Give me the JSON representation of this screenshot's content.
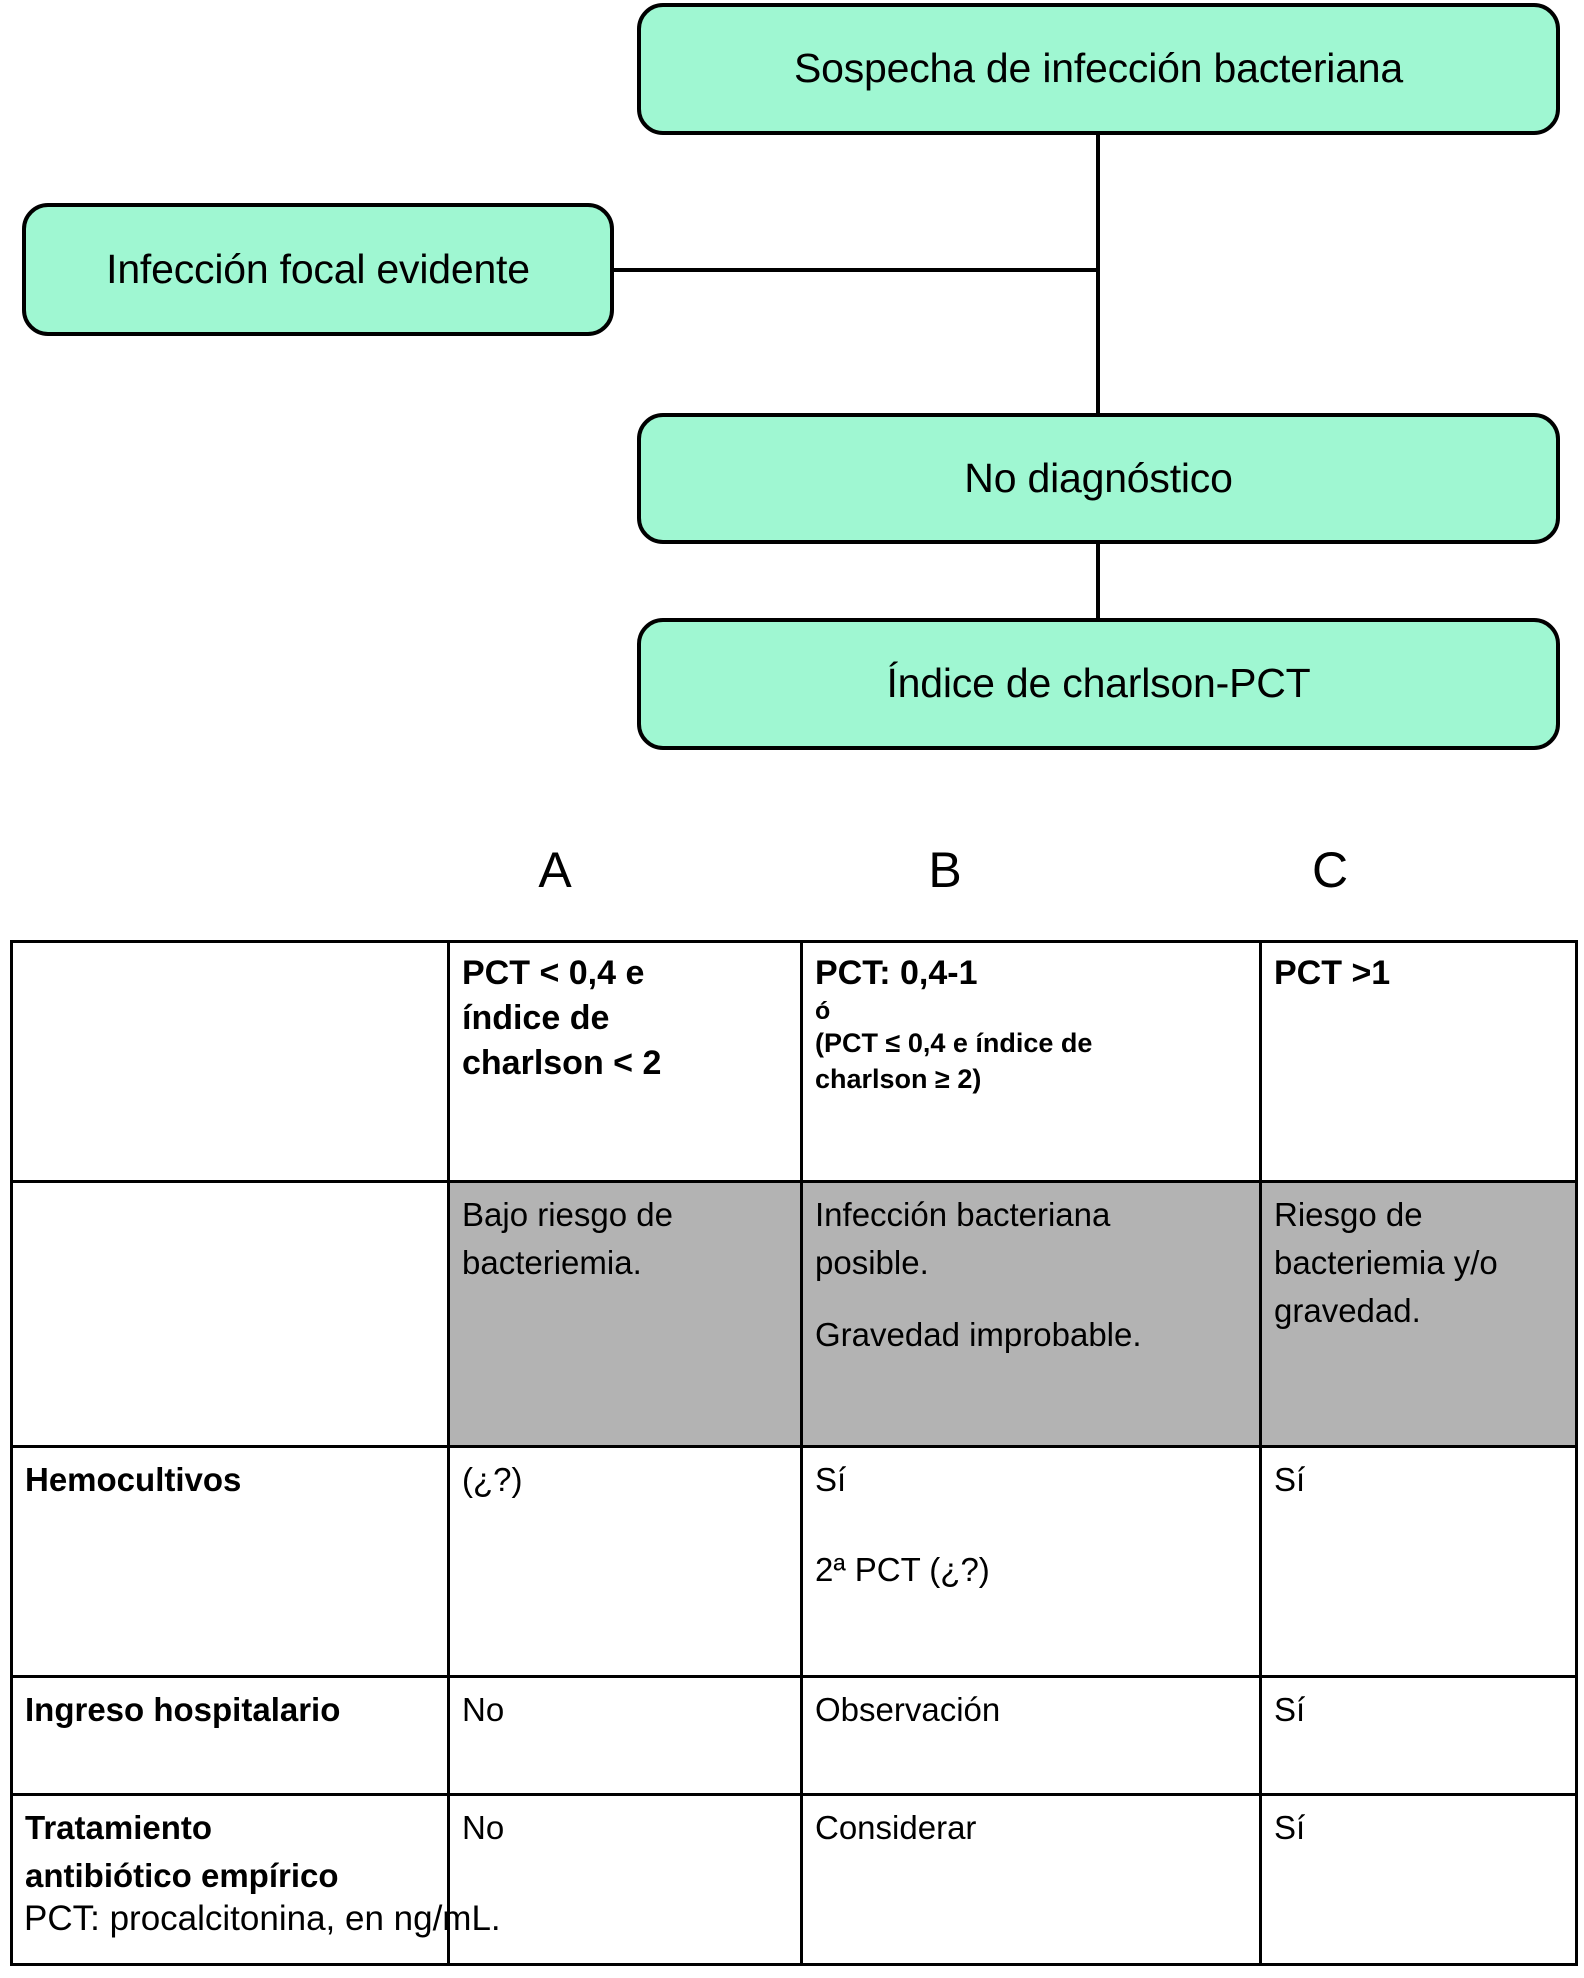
{
  "flowchart": {
    "nodes": [
      {
        "id": "sospecha",
        "label": "Sospecha de infección bacteriana"
      },
      {
        "id": "focal",
        "label": "Infección focal evidente"
      },
      {
        "id": "nodiagnostico",
        "label": "No diagnóstico"
      },
      {
        "id": "indice",
        "label": "Índice de charlson-PCT"
      }
    ],
    "node_fill_color": "#9FF7D2",
    "node_border_color": "#000000"
  },
  "column_letters": [
    "A",
    "B",
    "C"
  ],
  "table": {
    "header_row": {
      "label": "",
      "a": {
        "line1": "PCT < 0,4 e",
        "line2": "índice de",
        "line3": "charlson < 2"
      },
      "b": {
        "line1": "PCT: 0,4-1",
        "line2": "ó",
        "line3": "(PCT ≤ 0,4  e índice de",
        "line4": "charlson ≥ 2)"
      },
      "c": {
        "line1": "PCT >1"
      }
    },
    "risk_row": {
      "label": "",
      "a": {
        "line1": "Bajo riesgo de",
        "line2": "bacteriemia."
      },
      "b": {
        "line1": "Infección bacteriana",
        "line2": "posible.",
        "line3": "Gravedad improbable."
      },
      "c": {
        "line1": "Riesgo de",
        "line2": "bacteriemia y/o",
        "line3": "gravedad."
      },
      "background_color": "#B3B3B3"
    },
    "rows": [
      {
        "label": "Hemocultivos",
        "a": "(¿?)",
        "b_line1": "Sí",
        "b_line2": "2ª PCT (¿?)",
        "c": "Sí"
      },
      {
        "label": "Ingreso hospitalario",
        "a": "No",
        "b_line1": "Observación",
        "b_line2": "",
        "c": "Sí"
      },
      {
        "label_line1": "Tratamiento",
        "label_line2": "antibiótico empírico",
        "a": "No",
        "b_line1": "Considerar",
        "b_line2": "",
        "c": "Sí"
      }
    ]
  },
  "footnote": "PCT: procalcitonina, en ng/mL."
}
